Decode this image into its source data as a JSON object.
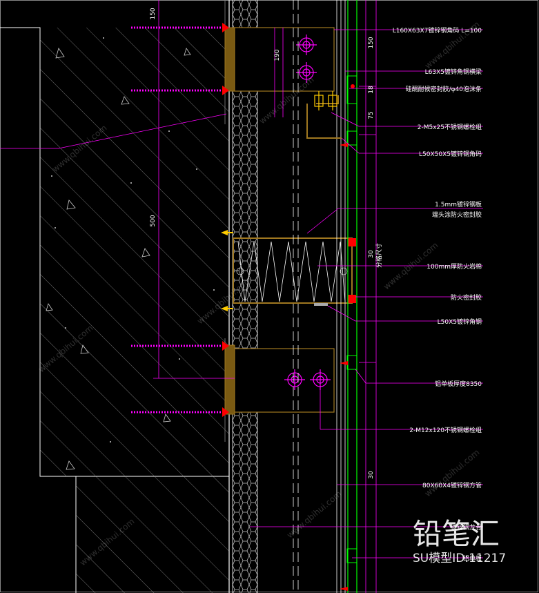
{
  "labels": {
    "l1": "L160X63X7镀锌钢角码 L=100",
    "l2": "L63X5镀锌角钢横梁",
    "l3": "硅酮耐候密封胶/φ40泡沫条",
    "l4": "2-M5x25不锈钢螺栓组",
    "l5": "L50X50X5镀锌钢角码",
    "l6": "1.5mm镀锌钢板",
    "l7": "端头涂防火密封胶",
    "l8": "100mm厚防火岩棉",
    "l9": "防火密封胶",
    "l10": "L50X5镀锌角钢",
    "l11": "铝单板厚度8350",
    "l12": "2-M12x120不锈钢螺栓组",
    "l13": "80X60X4镀锌钢方管",
    "l14": "镀锌钢龙骨",
    "l15": "铝单板"
  },
  "dims": {
    "d150a": "150",
    "d190": "190",
    "d150b": "150",
    "d18": "18",
    "d75": "75",
    "d500": "500",
    "d30a": "30",
    "dlabel": "分格尺寸",
    "d30b": "30"
  },
  "watermark": {
    "brand": "铅笔汇",
    "model_id": "SU模型ID:11217",
    "site": "www.qbihui.com"
  },
  "colors": {
    "background": "#000000",
    "leader": "#ff00ff",
    "structure": "#ffffff",
    "steel": "#a07820",
    "glass": "#00ff00",
    "anchor": "#ff0000"
  }
}
